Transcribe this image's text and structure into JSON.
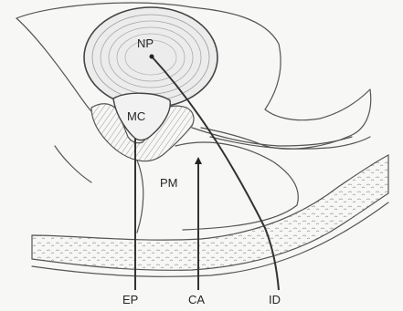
{
  "labels": {
    "np": "NP",
    "mc": "MC",
    "pm": "PM",
    "ep": "EP",
    "ca": "CA",
    "id": "ID"
  }
}
